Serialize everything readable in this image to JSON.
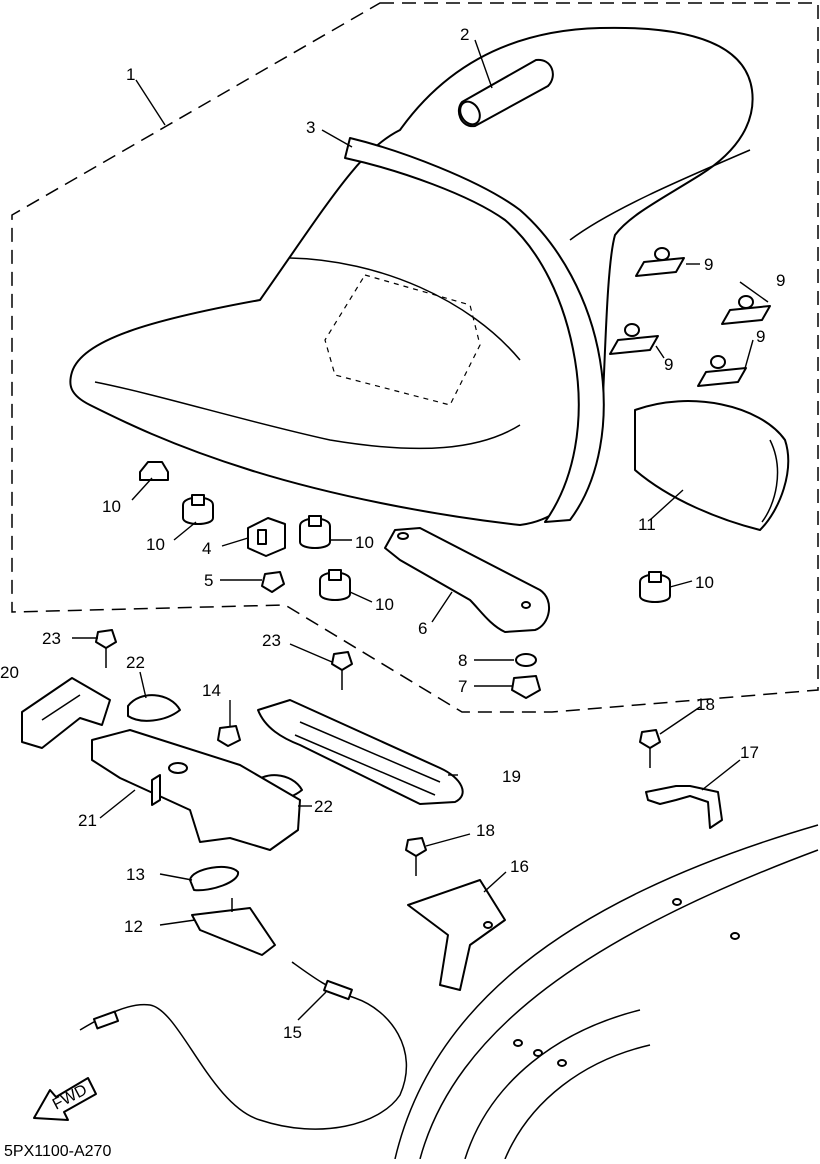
{
  "diagram_code": "5PX1100-A270",
  "direction_label": "FWD",
  "callouts": {
    "c1": "1",
    "c2": "2",
    "c3": "3",
    "c4": "4",
    "c5": "5",
    "c6": "6",
    "c7": "7",
    "c8": "8",
    "c9a": "9",
    "c9b": "9",
    "c9c": "9",
    "c9d": "9",
    "c10a": "10",
    "c10b": "10",
    "c10c": "10",
    "c10d": "10",
    "c10e": "10",
    "c11": "11",
    "c12": "12",
    "c13": "13",
    "c14": "14",
    "c15": "15",
    "c16": "16",
    "c17": "17",
    "c18a": "18",
    "c18b": "18",
    "c19": "19",
    "c20": "20",
    "c21": "21",
    "c22a": "22",
    "c22b": "22",
    "c23a": "23",
    "c23b": "23"
  }
}
